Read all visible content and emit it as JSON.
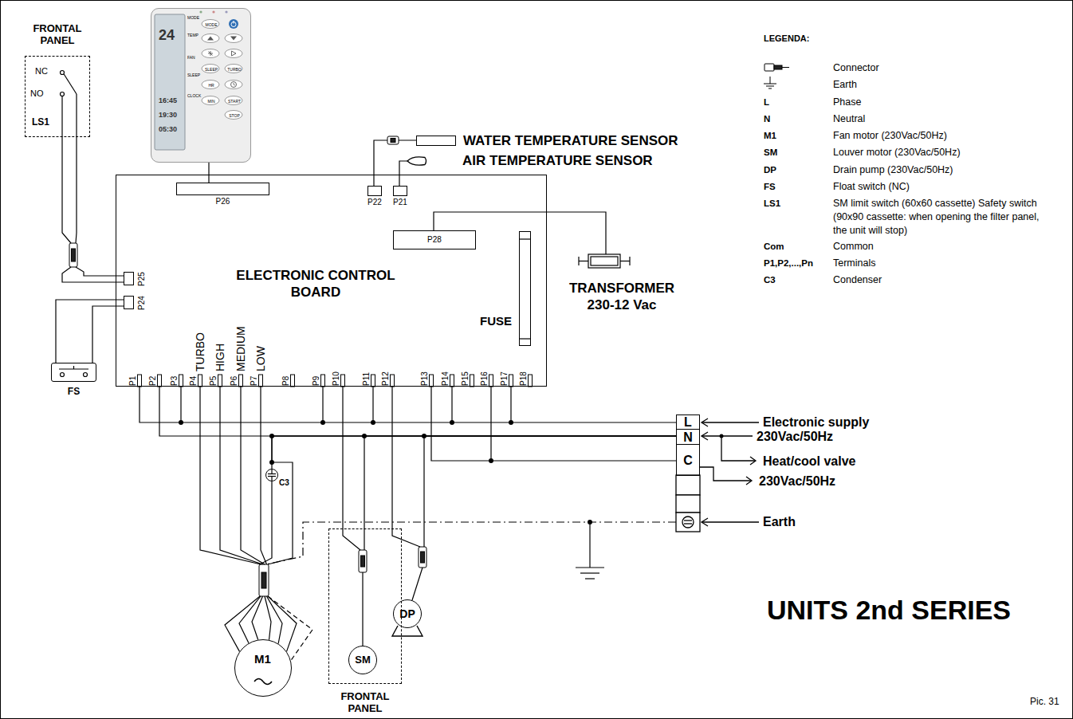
{
  "diagram": {
    "title": "UNITS 2nd SERIES",
    "caption": "Pic. 31",
    "nodes": [
      {
        "text": [
          "FRONTAL PANEL"
        ]
      },
      {
        "text": [
          "24",
          "MODE",
          "TEMP",
          "FAN",
          "SLEEP",
          "CLOCK",
          "16:45",
          "19:30",
          "05:30",
          "MODE",
          "SLEEP",
          "TURBO",
          "HR",
          "MIN",
          "START",
          "STOP"
        ]
      },
      {
        "text": [
          "WATER TEMPERATURE SENSOR"
        ]
      },
      {
        "text": [
          "AIR TEMPERATURE SENSOR"
        ]
      },
      {
        "text": [
          "ELECTRONIC CONTROL BOARD"
        ]
      },
      {
        "text": [
          "P26"
        ],
        "in": 4
      },
      {
        "text": [
          "P22"
        ],
        "in": 4
      },
      {
        "text": [
          "P21"
        ],
        "in": 4
      },
      {
        "text": [
          "P28"
        ],
        "in": 4
      },
      {
        "text": [
          "P25"
        ],
        "in": 4
      },
      {
        "text": [
          "P24"
        ],
        "in": 4
      },
      {
        "text": [
          "FUSE"
        ],
        "in": 4
      },
      {
        "text": [
          "TRANSFORMER 230-12 Vac"
        ]
      },
      {
        "text": [
          "FS"
        ]
      },
      {
        "text": [
          "L"
        ]
      },
      {
        "text": [
          "N"
        ]
      },
      {
        "text": [
          "C"
        ]
      },
      {
        "text": [
          "C3"
        ]
      },
      {
        "text": [
          "M1"
        ]
      },
      {
        "text": [
          "FRONTAL PANEL"
        ]
      },
      {
        "text": [
          "SM"
        ],
        "in": 19
      },
      {
        "text": [
          "DP"
        ]
      }
    ],
    "edges": [
      {
        "from": 1,
        "to": 5,
        "arrow": "none"
      },
      {
        "from": 0,
        "to": 9,
        "arrow": "none"
      },
      {
        "from": 13,
        "to": 10,
        "arrow": "none"
      },
      {
        "from": 6,
        "to": 2,
        "arrow": "none"
      },
      {
        "from": 7,
        "to": 3,
        "arrow": "none"
      },
      {
        "from": 8,
        "to": 12,
        "arrow": "none"
      },
      {
        "from": 4,
        "to": 14,
        "arrow": "none"
      },
      {
        "from": 4,
        "to": 15,
        "arrow": "none"
      },
      {
        "from": 4,
        "to": 16,
        "arrow": "none"
      },
      {
        "from": 4,
        "to": 18,
        "arrow": "none"
      },
      {
        "from": 15,
        "to": 18,
        "arrow": "none"
      },
      {
        "from": 15,
        "to": 17,
        "arrow": "none"
      },
      {
        "from": 17,
        "to": 18,
        "arrow": "none"
      },
      {
        "from": 4,
        "to": 20,
        "arrow": "none"
      },
      {
        "from": 15,
        "to": 20,
        "arrow": "none"
      },
      {
        "from": 4,
        "to": 21,
        "arrow": "none"
      },
      {
        "from": 15,
        "to": 21,
        "arrow": "none"
      }
    ],
    "labels": [
      "NC",
      "NO",
      "LS1",
      "P1",
      "P2",
      "P3",
      "P4",
      "P5",
      "P6",
      "P7",
      "P8",
      "P9",
      "P10",
      "P11",
      "P12",
      "P13",
      "P14",
      "P15",
      "P16",
      "P17",
      "P18",
      "TURBO",
      "HIGH",
      "MEDIUM",
      "LOW",
      "Electronic supply",
      "230Vac/50Hz",
      "Heat/cool valve",
      "230Vac/50Hz",
      "Earth",
      "LEGENDA:",
      "L",
      "N",
      "M1",
      "SM",
      "DP",
      "FS",
      "LS1",
      "Com",
      "P1,P2,...,Pn",
      "C3"
    ],
    "legend": [
      {
        "text": "Connector"
      },
      {
        "text": "Earth"
      },
      {
        "text": "Phase"
      },
      {
        "text": "Neutral"
      },
      {
        "text": "Fan motor (230Vac/50Hz)"
      },
      {
        "text": "Louver motor (230Vac/50Hz)"
      },
      {
        "text": "Drain pump (230Vac/50Hz)"
      },
      {
        "text": "Float switch (NC)"
      },
      {
        "text": "SM limit switch (60x60 cassette) Safety switch (90x90 cassette: when opening the filter panel, the unit will stop)"
      },
      {
        "text": "Common"
      },
      {
        "text": "Terminals"
      },
      {
        "text": "Condenser"
      }
    ]
  }
}
